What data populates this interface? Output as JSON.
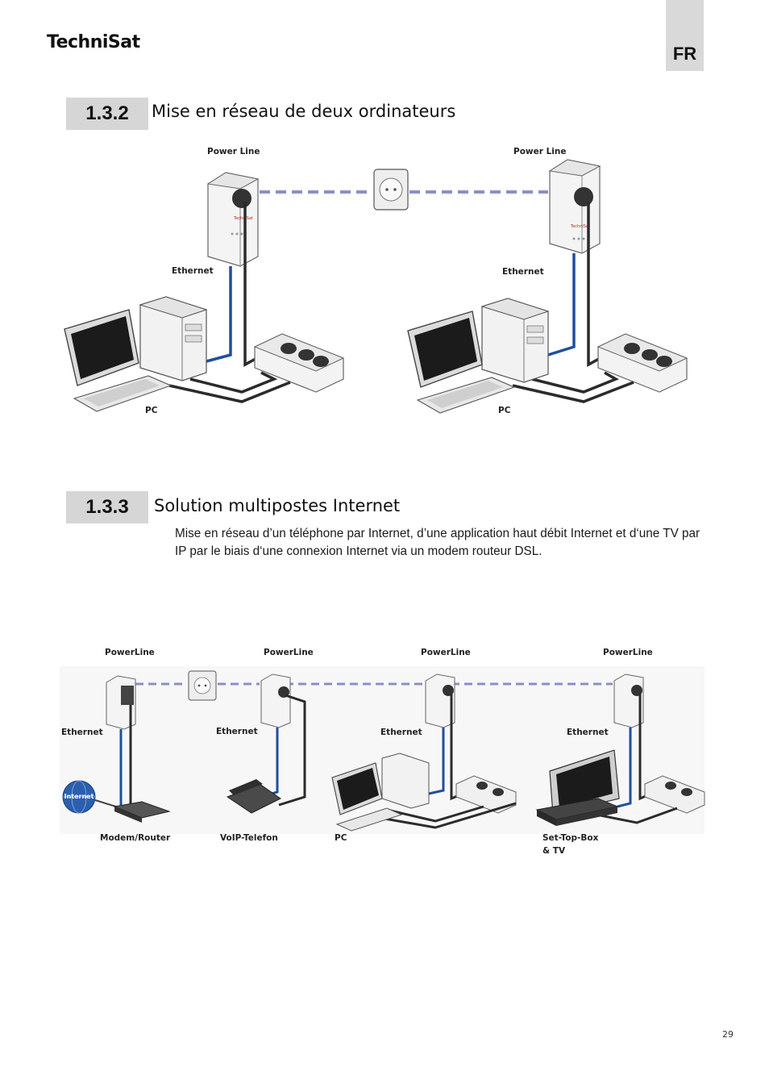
{
  "header": {
    "brand": "TechniSat",
    "lang_tab": "FR"
  },
  "section_132": {
    "number": "1.3.2",
    "title": "Mise en réseau de deux ordinateurs",
    "labels": {
      "power_line_left": "Power Line",
      "power_line_right": "Power Line",
      "ethernet_left": "Ethernet",
      "ethernet_right": "Ethernet",
      "pc_left": "PC",
      "pc_right": "PC"
    }
  },
  "section_133": {
    "number": "1.3.3",
    "title": "Solution multipostes Internet",
    "paragraph": "Mise en réseau d’un téléphone par Internet, d’une application haut débit Internet et d‘une TV par IP par le biais d‘une connexion Internet via un modem routeur DSL.",
    "labels": {
      "powerline_1": "PowerLine",
      "powerline_2": "PowerLine",
      "powerline_3": "PowerLine",
      "powerline_4": "PowerLine",
      "ethernet_1": "Ethernet",
      "ethernet_2": "Ethernet",
      "ethernet_3": "Ethernet",
      "ethernet_4": "Ethernet",
      "internet_badge": "Internet",
      "modem_router": "Modem/Router",
      "voip": "VoIP-Telefon",
      "pc": "PC",
      "stb_line1": "Set-Top-Box",
      "stb_line2": "& TV"
    }
  },
  "footer": {
    "page_number": "29"
  },
  "colors": {
    "powerline_dash": "#8a90c8",
    "ethernet_cable": "#1f4f9e",
    "power_cable": "#2b2b2b",
    "section_bg": "#d6d6d6"
  }
}
